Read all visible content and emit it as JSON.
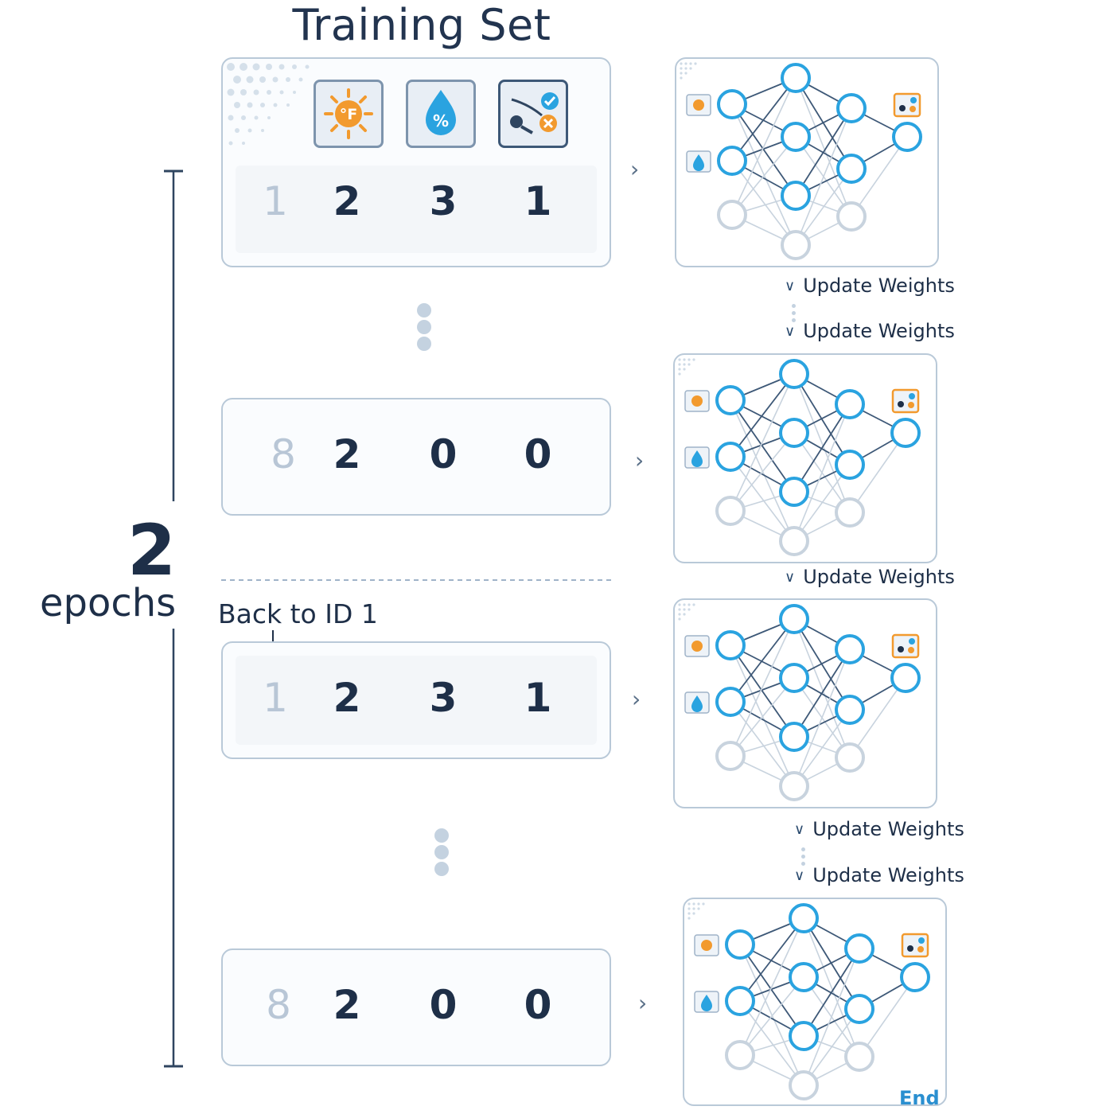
{
  "title": "Training Set",
  "epochs": {
    "count": "2",
    "label": "epochs"
  },
  "back_label": "Back to ID 1",
  "end_label": "End",
  "rows": [
    {
      "id": "1",
      "values": [
        "2",
        "3",
        "1"
      ]
    },
    {
      "id": "8",
      "values": [
        "2",
        "0",
        "0"
      ]
    },
    {
      "id": "1",
      "values": [
        "2",
        "3",
        "1"
      ]
    },
    {
      "id": "8",
      "values": [
        "2",
        "0",
        "0"
      ]
    }
  ],
  "update_label": "Update Weights",
  "feature_icons": [
    "sun-fahrenheit-icon",
    "water-drop-percent-icon",
    "golf-outcome-icon"
  ],
  "colors": {
    "accent_blue": "#2aa3e0",
    "accent_orange": "#f29a2e",
    "navy": "#1e2f48",
    "faded": "#c4d2e0"
  }
}
